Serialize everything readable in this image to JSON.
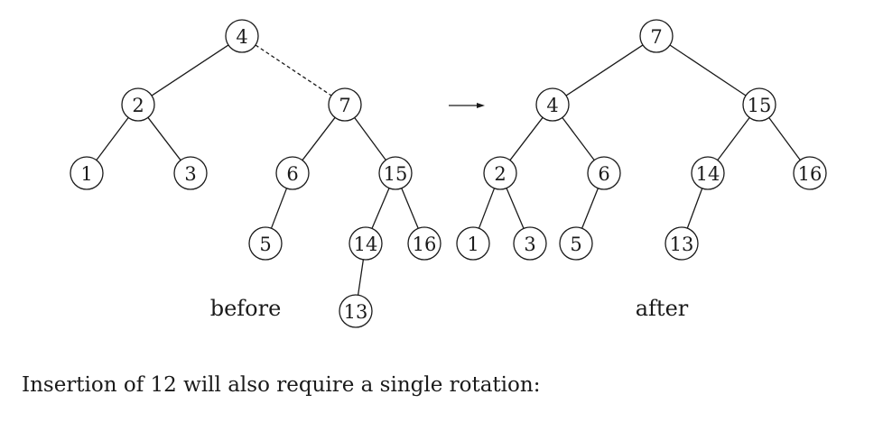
{
  "figure": {
    "before": {
      "label": "before",
      "nodes": [
        {
          "id": "b4",
          "label": "4"
        },
        {
          "id": "b2",
          "label": "2"
        },
        {
          "id": "b7",
          "label": "7"
        },
        {
          "id": "b1",
          "label": "1"
        },
        {
          "id": "b3",
          "label": "3"
        },
        {
          "id": "b6",
          "label": "6"
        },
        {
          "id": "b15",
          "label": "15"
        },
        {
          "id": "b5",
          "label": "5"
        },
        {
          "id": "b14",
          "label": "14"
        },
        {
          "id": "b16",
          "label": "16"
        },
        {
          "id": "b13",
          "label": "13"
        }
      ],
      "edges": [
        {
          "from": "b4",
          "to": "b2",
          "style": "solid"
        },
        {
          "from": "b4",
          "to": "b7",
          "style": "dashed"
        },
        {
          "from": "b2",
          "to": "b1",
          "style": "solid"
        },
        {
          "from": "b2",
          "to": "b3",
          "style": "solid"
        },
        {
          "from": "b7",
          "to": "b6",
          "style": "solid"
        },
        {
          "from": "b7",
          "to": "b15",
          "style": "solid"
        },
        {
          "from": "b6",
          "to": "b5",
          "style": "solid"
        },
        {
          "from": "b15",
          "to": "b14",
          "style": "solid"
        },
        {
          "from": "b15",
          "to": "b16",
          "style": "solid"
        },
        {
          "from": "b14",
          "to": "b13",
          "style": "solid"
        }
      ]
    },
    "after": {
      "label": "after",
      "nodes": [
        {
          "id": "a7",
          "label": "7"
        },
        {
          "id": "a4",
          "label": "4"
        },
        {
          "id": "a15",
          "label": "15"
        },
        {
          "id": "a2",
          "label": "2"
        },
        {
          "id": "a6",
          "label": "6"
        },
        {
          "id": "a14",
          "label": "14"
        },
        {
          "id": "a16",
          "label": "16"
        },
        {
          "id": "a1",
          "label": "1"
        },
        {
          "id": "a3",
          "label": "3"
        },
        {
          "id": "a5",
          "label": "5"
        },
        {
          "id": "a13",
          "label": "13"
        }
      ],
      "edges": [
        {
          "from": "a7",
          "to": "a4",
          "style": "solid"
        },
        {
          "from": "a7",
          "to": "a15",
          "style": "solid"
        },
        {
          "from": "a4",
          "to": "a2",
          "style": "solid"
        },
        {
          "from": "a4",
          "to": "a6",
          "style": "solid"
        },
        {
          "from": "a15",
          "to": "a14",
          "style": "solid"
        },
        {
          "from": "a15",
          "to": "a16",
          "style": "solid"
        },
        {
          "from": "a2",
          "to": "a1",
          "style": "solid"
        },
        {
          "from": "a2",
          "to": "a3",
          "style": "solid"
        },
        {
          "from": "a6",
          "to": "a5",
          "style": "solid"
        },
        {
          "from": "a14",
          "to": "a13",
          "style": "solid"
        }
      ]
    }
  },
  "caption": "Insertion of 12 will also require a single rotation:"
}
